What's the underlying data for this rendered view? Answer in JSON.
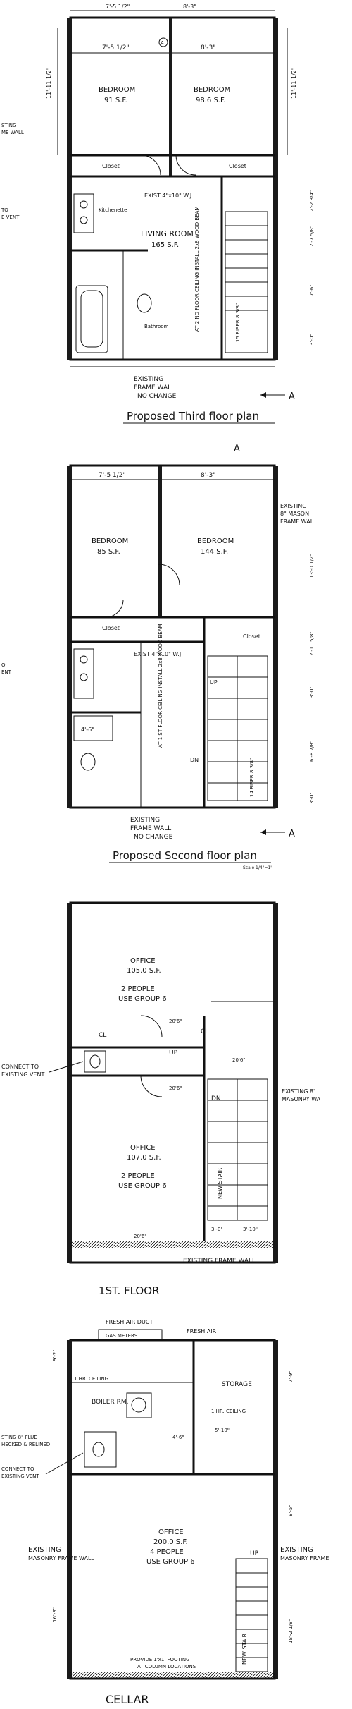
{
  "floors": {
    "third": {
      "caption": "Proposed Third floor plan",
      "dims_top": [
        "7'-5 1/2\"",
        "8'-3\""
      ],
      "dim_side_left": "11'-11 1/2\"",
      "dim_side_right": "11'-11 1/2\"",
      "bedroom_left": {
        "name": "BEDROOM",
        "area": "91 S.F."
      },
      "bedroom_right": {
        "name": "BEDROOM",
        "area": "98.6 S.F."
      },
      "closet_left": "Closet",
      "closet_right": "Closet",
      "living": {
        "name": "LIVING ROOM",
        "area": "165 S.F."
      },
      "kitchenette": "Kitchenette",
      "bathroom": "Bathroom",
      "joist_note": "EXIST 4\"x10\" W.J.",
      "ceiling_note": "AT 2 ND FLOOR CEILING INSTALL 2x8 WOOD BEAM",
      "stair_note": "15 RISER 8 3/8\"",
      "left_notes": [
        "STING",
        "ME WALL",
        "TO",
        "E VENT"
      ],
      "frame_note": [
        "EXISTING",
        "FRAME WALL",
        "NO CHANGE"
      ],
      "section_mark": "A",
      "side_dims": [
        "2'-2 3/4\"",
        "2'-7 5/8\"",
        "7'-6\"",
        "3'-0\""
      ]
    },
    "second": {
      "caption": "Proposed Second floor plan",
      "scale_note": "Scale 1/4\"=1'",
      "section_mark": "A",
      "dims_top": [
        "7'-5 1/2\"",
        "8'-3\""
      ],
      "bedroom_left": {
        "name": "BEDROOM",
        "area": "85 S.F."
      },
      "bedroom_right": {
        "name": "BEDROOM",
        "area": "144 S.F."
      },
      "closet_left": "Closet",
      "closet_right": "Closet",
      "joist_note": "EXIST 4\"x10\" W.J.",
      "ceiling_note": "AT 1 ST FLOOR CEILING INSTALL 2x8 WOOD BEAM",
      "bath_dim": "4'-6\"",
      "stair_note": "14 RISER 8 3/8\"",
      "up": "UP",
      "dn": "DN",
      "right_note": [
        "EXISTING",
        "8\" MASON",
        "FRAME WAL"
      ],
      "left_notes": [
        "O",
        "ENT"
      ],
      "frame_note": [
        "EXISTING",
        "FRAME WALL",
        "NO CHANGE"
      ],
      "side_dims": [
        "13'-0 1/2\"",
        "2'-11 5/8\"",
        "3'-0\"",
        "6'-8 7/8\"",
        "3'-0\""
      ]
    },
    "first": {
      "caption": "1ST. FLOOR",
      "office_top": {
        "name": "OFFICE",
        "area": "105.0 S.F.",
        "people": "2 PEOPLE",
        "use": "USE GROUP 6"
      },
      "office_bottom": {
        "name": "OFFICE",
        "area": "107.0 S.F.",
        "people": "2 PEOPLE",
        "use": "USE GROUP 6"
      },
      "cl_labels": [
        "CL",
        "CL"
      ],
      "left_note": [
        "CONNECT TO",
        "EXISTING VENT"
      ],
      "right_note": [
        "EXISTING 8\"",
        "MASONRY WA"
      ],
      "stair_note": "NEW STAIR",
      "up": "UP",
      "dn": "DN",
      "frame_note": "EXISTING FRAME WALL",
      "door_labels": [
        "20'6\"",
        "20'6\"",
        "20'6\"",
        "20'6\""
      ],
      "stair_dims": [
        "3'-0\"",
        "3'-10\""
      ]
    },
    "cellar": {
      "caption": "CELLAR",
      "top_notes": [
        "FRESH AIR DUCT",
        "FRESH AIR"
      ],
      "gas_meters": "GAS METERS",
      "boiler": "BOILER RM.",
      "storage": "STORAGE",
      "hr_ceiling": [
        "1 HR. CEILING",
        "1 HR. CEILING"
      ],
      "left_notes": [
        "STING 8\" FLUE",
        "HECKED & RELINED",
        "CONNECT TO",
        "EXISTING VENT"
      ],
      "office": {
        "name": "OFFICE",
        "area": "200.0 S.F.",
        "people": "4 PEOPLE",
        "use": "USE GROUP 6"
      },
      "left_wall": [
        "EXISTING",
        "MASONRY FRAME WALL"
      ],
      "right_wall": [
        "EXISTING",
        "MASONRY FRAME"
      ],
      "footing_note": [
        "PROVIDE 1'x1' FOOTING",
        "AT COLUMN LOCATIONS"
      ],
      "stair_note": "NEW STAIR",
      "up": "UP",
      "dims": [
        "4'-6\"",
        "5'-10\"",
        "9'-2\"",
        "16'-3\"",
        "8'-5\"",
        "18'-2 1/8\"",
        "7'-9\""
      ]
    }
  }
}
